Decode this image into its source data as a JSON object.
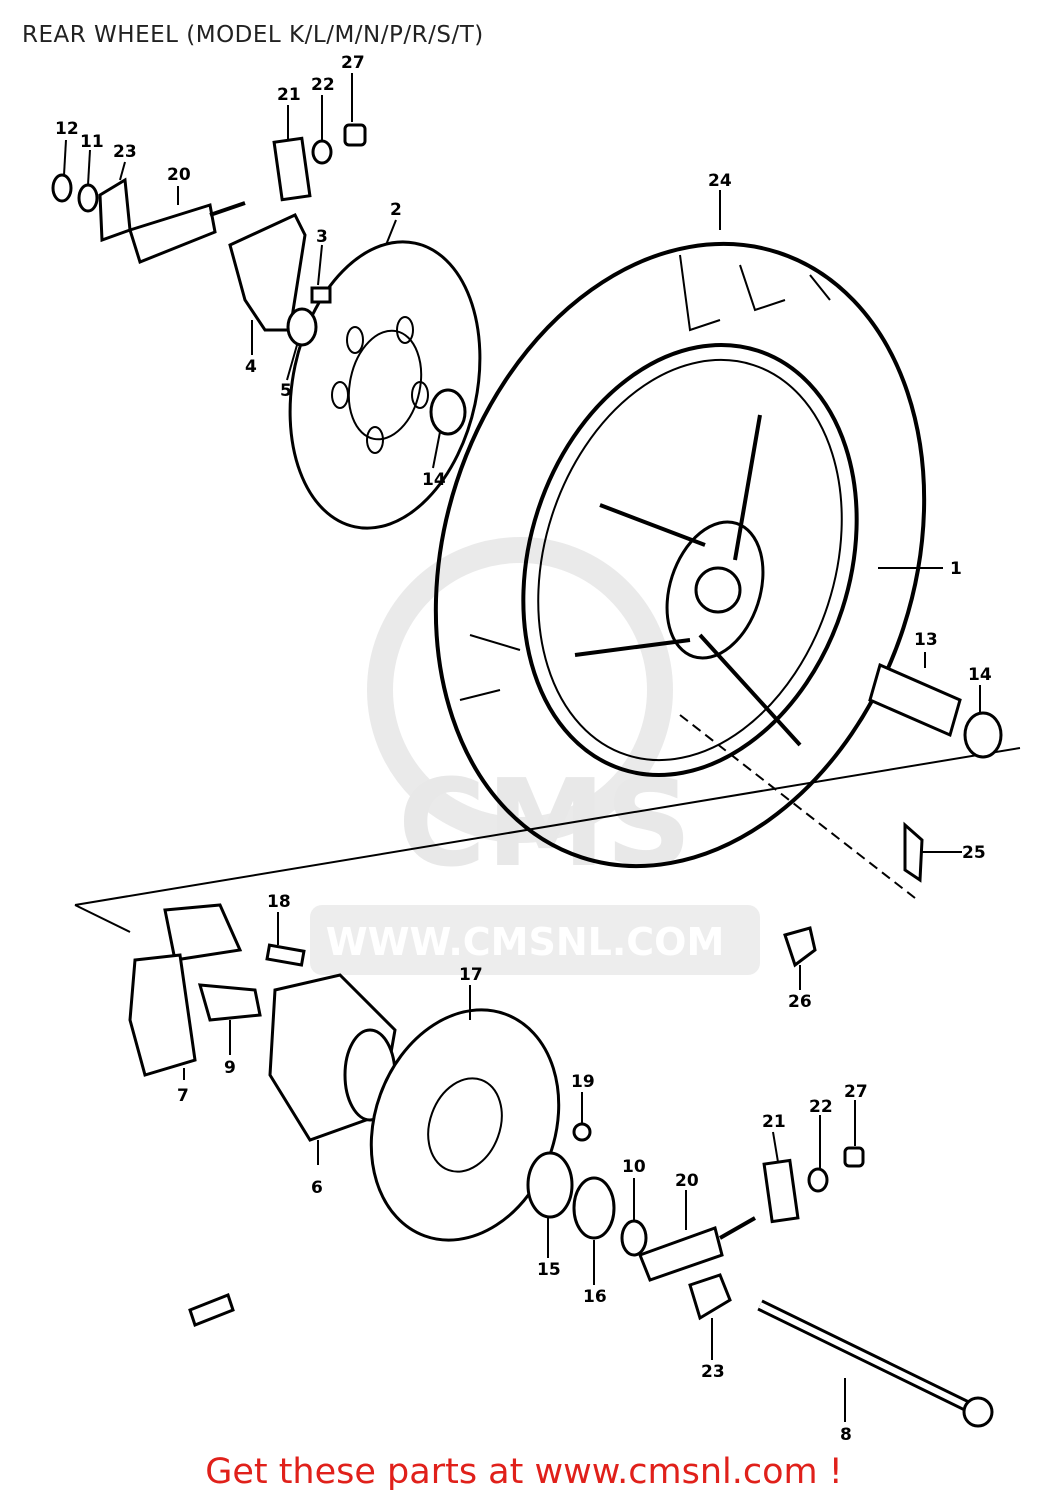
{
  "title": "REAR WHEEL (MODEL K/L/M/N/P/R/S/T)",
  "watermark": {
    "url": "WWW.CMSNL.COM",
    "logo": "CMS"
  },
  "footer": "Get these parts at www.cmsnl.com !",
  "footer_color": "#e0201a",
  "callouts": [
    "1",
    "2",
    "3",
    "4",
    "5",
    "6",
    "7",
    "8",
    "9",
    "10",
    "11",
    "12",
    "13",
    "14",
    "14",
    "15",
    "16",
    "17",
    "18",
    "19",
    "20",
    "20",
    "21",
    "21",
    "22",
    "22",
    "23",
    "23",
    "24",
    "25",
    "26",
    "27",
    "27"
  ]
}
